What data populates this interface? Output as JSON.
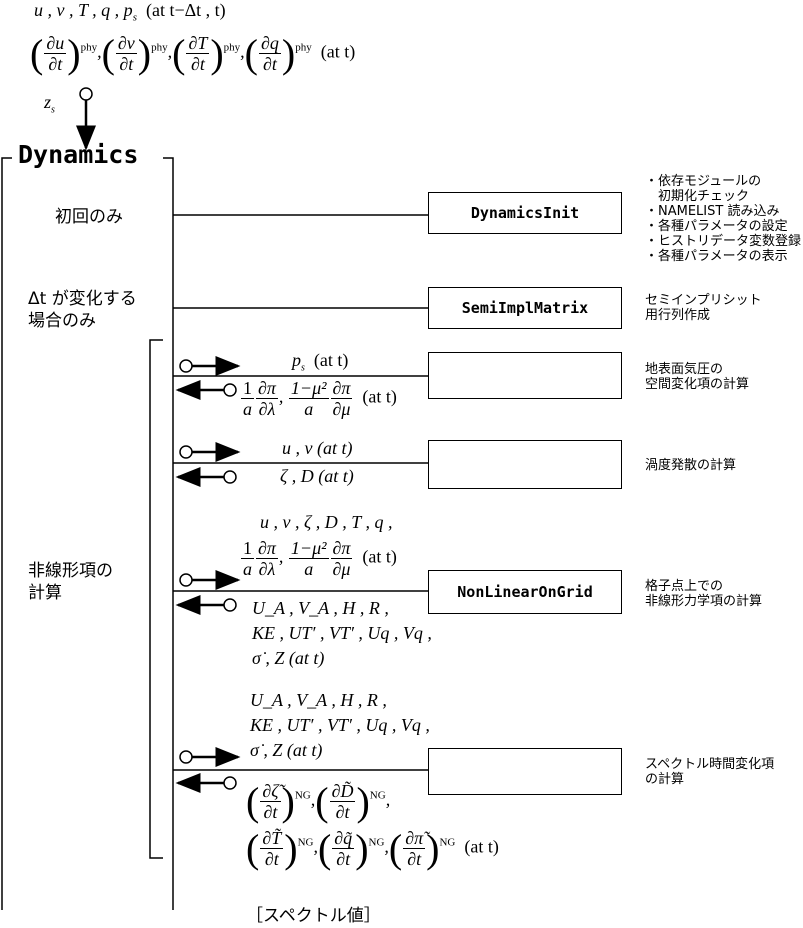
{
  "inputs": {
    "line1": "u , v , T , q , p",
    "line1_sub": "s",
    "line1_at": "(at  t−Δt ,  t)",
    "tend": [
      {
        "num": "∂u",
        "den": "∂t",
        "sup": "phy"
      },
      {
        "num": "∂v",
        "den": "∂t",
        "sup": "phy"
      },
      {
        "num": "∂T",
        "den": "∂t",
        "sup": "phy"
      },
      {
        "num": "∂q",
        "den": "∂t",
        "sup": "phy"
      }
    ],
    "tend_at": "(at  t)",
    "zs": "z",
    "zs_sub": "s"
  },
  "title": "Dynamics",
  "left_labels": {
    "init_only": "初回のみ",
    "dt_change": "Δt が変化する",
    "dt_change2": "場合のみ",
    "nonlinear": "非線形項の",
    "nonlinear2": "計算"
  },
  "boxes": {
    "init": "DynamicsInit",
    "semi": "SemiImplMatrix",
    "nonlin": "NonLinearOnGrid"
  },
  "notes": {
    "init": [
      "・依存モジュールの",
      "　初期化チェック",
      "・NAMELIST 読み込み",
      "・各種パラメータの設定",
      "・ヒストリデータ変数登録",
      "・各種パラメータの表示"
    ],
    "semi": [
      "セミインプリシット",
      "用行列作成"
    ],
    "ps": [
      "地表面気圧の",
      "空間変化項の計算"
    ],
    "vort": [
      "渦度発散の計算"
    ],
    "grid": [
      "格子点上での",
      "非線形力学項の計算"
    ],
    "spec": [
      "スペクトル時間変化項",
      "の計算"
    ]
  },
  "flows": {
    "ps_in": "p",
    "ps_in_sub": "s",
    "ps_in_at": "(at  t)",
    "ps_out": {
      "one": "1",
      "a": "a",
      "dpi": "∂π",
      "dlam": "∂λ",
      "mu": "1−μ²",
      "dmu": "∂μ",
      "at": "(at  t)"
    },
    "uv_in": "u , v  (at  t)",
    "uv_out": "ζ , D  (at  t)",
    "grid_in": "u , v , ζ , D , T , q ,",
    "grid_out": [
      "U_A , V_A , H , R ,",
      "KE , UT′ , VT′ , Uq , Vq ,",
      "σ̇ , Z  (at  t)"
    ],
    "spec_in": [
      "U_A , V_A , H , R ,",
      "KE , UT′ , VT′ , Uq , Vq ,",
      "σ̇ , Z  (at  t)"
    ],
    "spec_out": [
      {
        "num": "∂ζ̃",
        "den": "∂t",
        "sup": "NG"
      },
      {
        "num": "∂D̃",
        "den": "∂t",
        "sup": "NG"
      },
      {
        "num": "∂T̃",
        "den": "∂t",
        "sup": "NG"
      },
      {
        "num": "∂q̃",
        "den": "∂t",
        "sup": "NG"
      },
      {
        "num": "∂π̃",
        "den": "∂t",
        "sup": "NG"
      }
    ],
    "spec_out_at": "(at  t)"
  },
  "footer": "［スペクトル値］"
}
